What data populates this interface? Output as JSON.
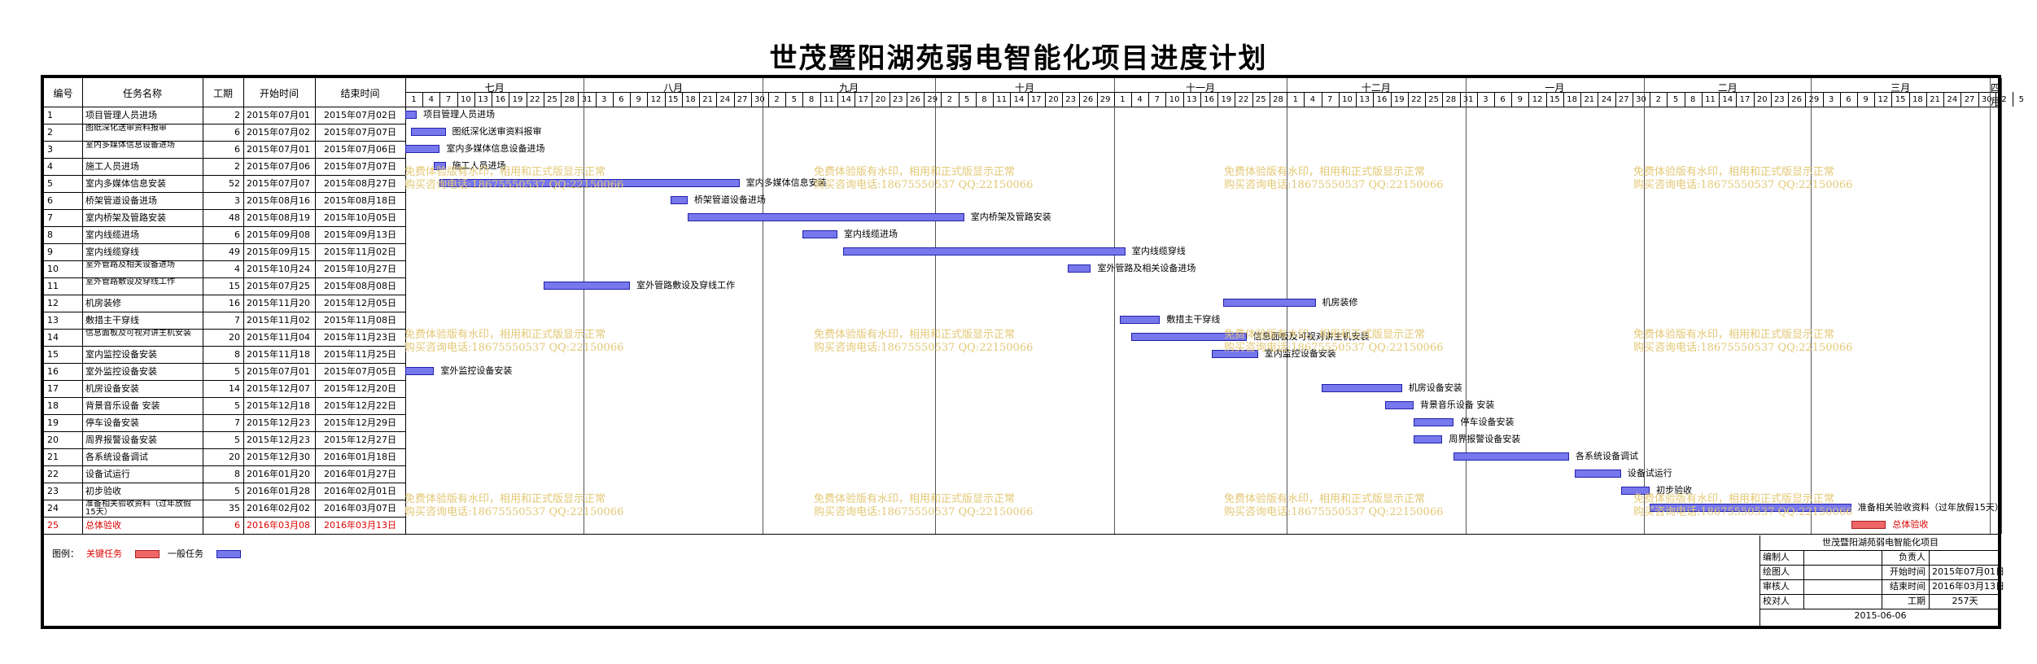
{
  "title": "世茂暨阳湖苑弱电智能化项目进度计划",
  "header": {
    "id": "编号",
    "name": "任务名称",
    "dur": "工期",
    "start": "开始时间",
    "end": "结束时间"
  },
  "months": [
    "七月",
    "八月",
    "九月",
    "十月",
    "十一月",
    "十二月",
    "一月",
    "二月",
    "三月",
    "四月"
  ],
  "day_labels": [
    [
      "1",
      "4",
      "7",
      "10",
      "13",
      "16",
      "19",
      "22",
      "25",
      "28",
      "31"
    ],
    [
      "3",
      "6",
      "9",
      "12",
      "15",
      "18",
      "21",
      "24",
      "27",
      "30"
    ],
    [
      "2",
      "5",
      "8",
      "11",
      "14",
      "17",
      "20",
      "23",
      "26",
      "29"
    ],
    [
      "2",
      "5",
      "8",
      "11",
      "14",
      "17",
      "20",
      "23",
      "26",
      "29"
    ],
    [
      "1",
      "4",
      "7",
      "10",
      "13",
      "16",
      "19",
      "22",
      "25",
      "28"
    ],
    [
      "1",
      "4",
      "7",
      "10",
      "13",
      "16",
      "19",
      "22",
      "25",
      "28",
      "31"
    ],
    [
      "3",
      "6",
      "9",
      "12",
      "15",
      "18",
      "21",
      "24",
      "27",
      "30"
    ],
    [
      "2",
      "5",
      "8",
      "11",
      "14",
      "17",
      "20",
      "23",
      "26",
      "29"
    ],
    [
      "3",
      "6",
      "9",
      "12",
      "15",
      "18",
      "21",
      "24",
      "27",
      "30"
    ],
    [
      "2",
      "5"
    ]
  ],
  "tasks": [
    {
      "id": "1",
      "name": "项目管理人员进场",
      "dur": "2",
      "start": "2015年07月01日",
      "end": "2015年07月02日",
      "label": "项目管理人员进场",
      "critical": false
    },
    {
      "id": "2",
      "name": "图纸深化送审资料报审",
      "dur": "6",
      "start": "2015年07月02日",
      "end": "2015年07月07日",
      "label": "图纸深化送审资料报审",
      "critical": false
    },
    {
      "id": "3",
      "name": "室内多媒体信息设备进场",
      "dur": "6",
      "start": "2015年07月01日",
      "end": "2015年07月06日",
      "label": "室内多媒体信息设备进场",
      "critical": false
    },
    {
      "id": "4",
      "name": "施工人员进场",
      "dur": "2",
      "start": "2015年07月06日",
      "end": "2015年07月07日",
      "label": "施工人员进场",
      "critical": false
    },
    {
      "id": "5",
      "name": "室内多媒体信息安装",
      "dur": "52",
      "start": "2015年07月07日",
      "end": "2015年08月27日",
      "label": "室内多媒体信息安装",
      "critical": false
    },
    {
      "id": "6",
      "name": "桥架管道设备进场",
      "dur": "3",
      "start": "2015年08月16日",
      "end": "2015年08月18日",
      "label": "桥架管道设备进场",
      "critical": false
    },
    {
      "id": "7",
      "name": "室内桥架及管路安装",
      "dur": "48",
      "start": "2015年08月19日",
      "end": "2015年10月05日",
      "label": "室内桥架及管路安装",
      "critical": false
    },
    {
      "id": "8",
      "name": "室内线缆进场",
      "dur": "6",
      "start": "2015年09月08日",
      "end": "2015年09月13日",
      "label": "室内线缆进场",
      "critical": false
    },
    {
      "id": "9",
      "name": "室内线缆穿线",
      "dur": "49",
      "start": "2015年09月15日",
      "end": "2015年11月02日",
      "label": "室内线缆穿线",
      "critical": false
    },
    {
      "id": "10",
      "name": "室外管路及相关设备进场",
      "dur": "4",
      "start": "2015年10月24日",
      "end": "2015年10月27日",
      "label": "室外管路及相关设备进场",
      "critical": false
    },
    {
      "id": "11",
      "name": "室外管路敷设及穿线工作",
      "dur": "15",
      "start": "2015年07月25日",
      "end": "2015年08月08日",
      "label": "室外管路敷设及穿线工作",
      "critical": false
    },
    {
      "id": "12",
      "name": "机房装修",
      "dur": "16",
      "start": "2015年11月20日",
      "end": "2015年12月05日",
      "label": "机房装修",
      "critical": false
    },
    {
      "id": "13",
      "name": "敷措主干穿线",
      "dur": "7",
      "start": "2015年11月02日",
      "end": "2015年11月08日",
      "label": "敷措主干穿线",
      "critical": false
    },
    {
      "id": "14",
      "name": "信息面板及可视对讲主机安装",
      "dur": "20",
      "start": "2015年11月04日",
      "end": "2015年11月23日",
      "label": "信息面板及可视对讲主机安装",
      "critical": false
    },
    {
      "id": "15",
      "name": "室内监控设备安装",
      "dur": "8",
      "start": "2015年11月18日",
      "end": "2015年11月25日",
      "label": "室内监控设备安装",
      "critical": false
    },
    {
      "id": "16",
      "name": "室外监控设备安装",
      "dur": "5",
      "start": "2015年07月01日",
      "end": "2015年07月05日",
      "label": "室外监控设备安装",
      "critical": false
    },
    {
      "id": "17",
      "name": "机房设备安装",
      "dur": "14",
      "start": "2015年12月07日",
      "end": "2015年12月20日",
      "label": "机房设备安装",
      "critical": false
    },
    {
      "id": "18",
      "name": "背景音乐设备 安装",
      "dur": "5",
      "start": "2015年12月18日",
      "end": "2015年12月22日",
      "label": "背景音乐设备 安装",
      "critical": false
    },
    {
      "id": "19",
      "name": "停车设备安装",
      "dur": "7",
      "start": "2015年12月23日",
      "end": "2015年12月29日",
      "label": "停车设备安装",
      "critical": false
    },
    {
      "id": "20",
      "name": "周界报警设备安装",
      "dur": "5",
      "start": "2015年12月23日",
      "end": "2015年12月27日",
      "label": "周界报警设备安装",
      "critical": false
    },
    {
      "id": "21",
      "name": "各系统设备调试",
      "dur": "20",
      "start": "2015年12月30日",
      "end": "2016年01月18日",
      "label": "各系统设备调试",
      "critical": false
    },
    {
      "id": "22",
      "name": "设备试运行",
      "dur": "8",
      "start": "2016年01月20日",
      "end": "2016年01月27日",
      "label": "设备试运行",
      "critical": false
    },
    {
      "id": "23",
      "name": "初步验收",
      "dur": "5",
      "start": "2016年01月28日",
      "end": "2016年02月01日",
      "label": "初步验收",
      "critical": false
    },
    {
      "id": "24",
      "name": "准备相关验收资料（过年放假15天）",
      "dur": "35",
      "start": "2016年02月02日",
      "end": "2016年03月07日",
      "label": "准备相关验收资料（过年放假15天）",
      "critical": false
    },
    {
      "id": "25",
      "name": "总体验收",
      "dur": "6",
      "start": "2016年03月08日",
      "end": "2016年03月13日",
      "label": "总体验收",
      "critical": true
    }
  ],
  "bars": [
    {
      "s": 0,
      "d": 2
    },
    {
      "s": 1,
      "d": 6
    },
    {
      "s": 0,
      "d": 6
    },
    {
      "s": 5,
      "d": 2
    },
    {
      "s": 6,
      "d": 52
    },
    {
      "s": 46,
      "d": 3
    },
    {
      "s": 49,
      "d": 48
    },
    {
      "s": 69,
      "d": 6
    },
    {
      "s": 76,
      "d": 49
    },
    {
      "s": 115,
      "d": 4
    },
    {
      "s": 24,
      "d": 15
    },
    {
      "s": 142,
      "d": 16
    },
    {
      "s": 124,
      "d": 7
    },
    {
      "s": 126,
      "d": 20
    },
    {
      "s": 140,
      "d": 8
    },
    {
      "s": 0,
      "d": 5
    },
    {
      "s": 159,
      "d": 14
    },
    {
      "s": 170,
      "d": 5
    },
    {
      "s": 175,
      "d": 7
    },
    {
      "s": 175,
      "d": 5
    },
    {
      "s": 182,
      "d": 20
    },
    {
      "s": 203,
      "d": 8
    },
    {
      "s": 211,
      "d": 5
    },
    {
      "s": 216,
      "d": 35
    },
    {
      "s": 251,
      "d": 6
    }
  ],
  "legend": {
    "label": "图例：",
    "critical": "关键任务",
    "normal": "一般任务"
  },
  "watermark": {
    "line1": "免费体验版有水印，相用和正式版显示正常",
    "line2": "购买咨询电话:18675550537 QQ:22150066"
  },
  "summary": {
    "title": "世茂暨阳湖苑弱电智能化项目",
    "author_label": "编制人",
    "owner_label": "负责人",
    "draw_label": "绘图人",
    "start_label": "开始时间",
    "start_value": "2015年07月01日",
    "review_label": "审核人",
    "end_label": "结束时间",
    "end_value": "2016年03月13日",
    "check_label": "校对人",
    "dur_label": "工期",
    "dur_value": "257天",
    "date": "2015-06-06"
  },
  "colors": {
    "bar": "#7777ee",
    "bar_border": "#2222aa",
    "critical": "#ee6666",
    "critical_text": "#dd0000",
    "watermark": "#e3c875"
  }
}
